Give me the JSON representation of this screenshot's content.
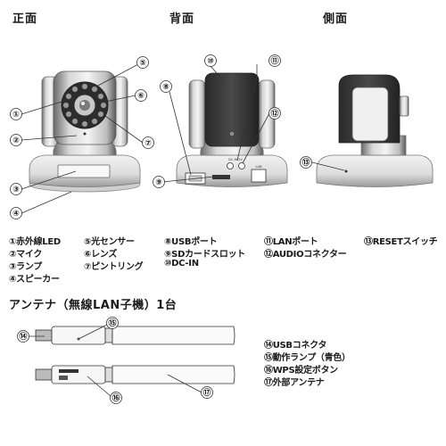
{
  "views": {
    "front_title": "正面",
    "back_title": "背面",
    "side_title": "側面"
  },
  "callouts": {
    "c1": "①",
    "c2": "②",
    "c3": "③",
    "c4": "④",
    "c5": "⑤",
    "c6": "⑥",
    "c7": "⑦",
    "c8": "⑧",
    "c9": "⑨",
    "c10": "⑩",
    "c11": "⑪",
    "c12": "⑫",
    "c13": "⑬",
    "c14": "⑭",
    "c15": "⑮",
    "c16": "⑯",
    "c17": "⑰"
  },
  "device_text": {
    "back_port_label": "DC-IN 5V",
    "lan_port_label": "LAN"
  },
  "camera_legend": [
    "①赤外線LED",
    "②マイク",
    "③ランプ",
    "④スピーカー",
    "⑤光センサー",
    "⑥レンズ",
    "⑦ピントリング",
    "⑧USBポート",
    "⑨SDカードスロット",
    "⑩DC-IN",
    "⑪LANポート",
    "⑫AUDIOコネクター",
    "⑬RESETスイッチ"
  ],
  "antenna": {
    "title": "アンテナ（無線LAN子機）1台",
    "legend": [
      "⑭USBコネクタ",
      "⑮動作ランプ（青色）",
      "⑯WPS設定ボタン",
      "⑰外部アンテナ"
    ]
  }
}
